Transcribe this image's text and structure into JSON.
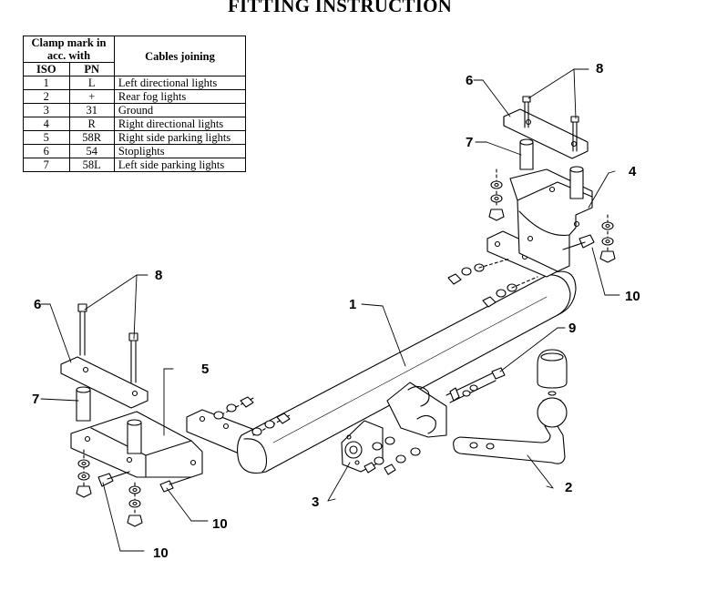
{
  "title": "FITTING INSTRUCTION",
  "table": {
    "header_clamp": "Clamp mark in acc. with",
    "header_iso": "ISO",
    "header_pn": "PN",
    "header_cables": "Cables joining",
    "rows": [
      {
        "iso": "1",
        "pn": "L",
        "cable": "Left directional lights"
      },
      {
        "iso": "2",
        "pn": "+",
        "cable": "Rear fog lights"
      },
      {
        "iso": "3",
        "pn": "31",
        "cable": "Ground"
      },
      {
        "iso": "4",
        "pn": "R",
        "cable": "Right directional lights"
      },
      {
        "iso": "5",
        "pn": "58R",
        "cable": "Right side parking lights"
      },
      {
        "iso": "6",
        "pn": "54",
        "cable": "Stoplights"
      },
      {
        "iso": "7",
        "pn": "58L",
        "cable": "Left side parking lights"
      }
    ]
  },
  "callouts": {
    "c1": "1",
    "c2": "2",
    "c3": "3",
    "c4": "4",
    "c5": "5",
    "c6_left": "6",
    "c6_right": "6",
    "c7_left": "7",
    "c7_right": "7",
    "c8_left": "8",
    "c8_right": "8",
    "c9": "9",
    "c10_right": "10",
    "c10_left_a": "10",
    "c10_left_b": "10"
  }
}
